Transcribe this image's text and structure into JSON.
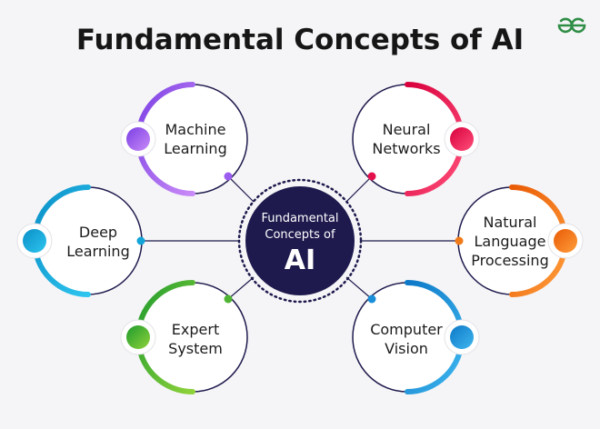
{
  "title": "Fundamental Concepts of AI",
  "brand_logo": "geeksforgeeks-logo",
  "center": {
    "line1": "Fundamental",
    "line2": "Concepts of",
    "line3": "AI"
  },
  "nodes": [
    {
      "line1": "Machine",
      "line2": "Learning",
      "color_start": "#7b3fe4",
      "color_end": "#c98bf7"
    },
    {
      "line1": "Neural",
      "line2": "Networks",
      "color_start": "#d8003d",
      "color_end": "#ff4f7a"
    },
    {
      "line1": "Deep",
      "line2": "Learning",
      "color_start": "#0a8fc7",
      "color_end": "#2ec5ef"
    },
    {
      "line1": "Natural",
      "line2": "Language",
      "line3": "Processing",
      "color_start": "#e95b05",
      "color_end": "#ff9d3b"
    },
    {
      "line1": "Expert",
      "line2": "System",
      "color_start": "#1e9b2e",
      "color_end": "#8fd23a"
    },
    {
      "line1": "Computer",
      "line2": "Vision",
      "color_start": "#0d78c7",
      "color_end": "#3fb7ef"
    }
  ],
  "colors": {
    "background": "#f5f5f7",
    "center_fill": "#1e1a4d",
    "ring_outline": "#1e1a4d",
    "brand_green": "#2f8d46"
  }
}
